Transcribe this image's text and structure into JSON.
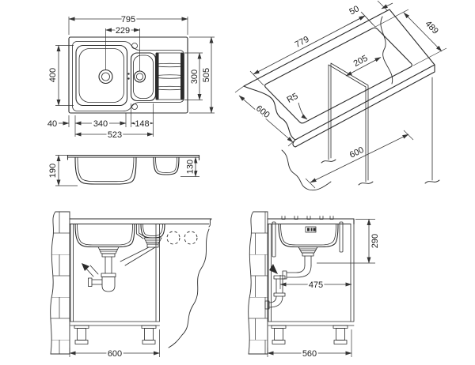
{
  "title": "sink-technical-drawing",
  "colors": {
    "ink": "#2b2b2b",
    "dim": "#343434",
    "background": "#ffffff"
  },
  "views": {
    "plan": {
      "dims": {
        "overall_width": "795",
        "drain_centers": "229",
        "bowl_front_depth": "400",
        "drainer_length": "300",
        "overall_depth": "505",
        "left_offset": "40",
        "main_bowl_width": "340",
        "half_bowl_width": "148",
        "bowls_span": "523"
      }
    },
    "section": {
      "dims": {
        "main_bowl_depth": "190",
        "half_bowl_depth": "130"
      }
    },
    "cutout": {
      "dims": {
        "edge_gap": "50",
        "cutout_depth": "489",
        "cutout_length": "779",
        "panel_offset": "205",
        "corner_radius": "R5",
        "worktop_depth": "600",
        "base_unit_depth": "600"
      }
    },
    "install_front": {
      "dims": {
        "cabinet_width": "600"
      }
    },
    "install_side": {
      "dims": {
        "drain_height": "290",
        "trap_reach": "475",
        "cabinet_depth": "560"
      }
    }
  }
}
